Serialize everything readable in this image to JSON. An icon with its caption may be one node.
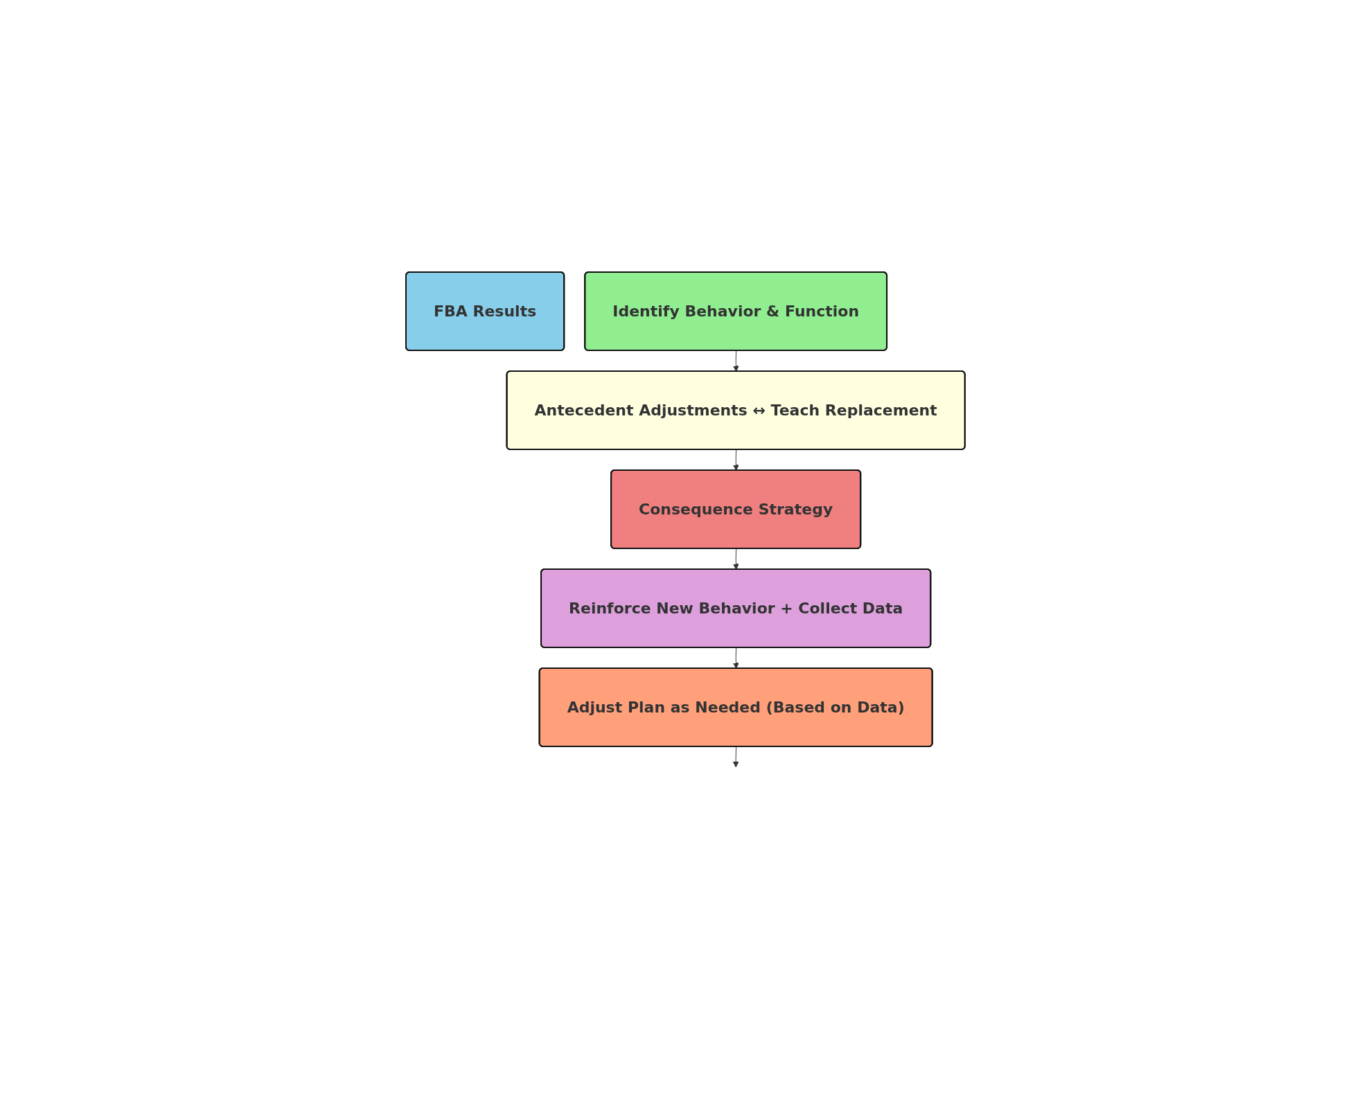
{
  "diagram": {
    "nodes": [
      {
        "text": [
          "FBA Results"
        ]
      },
      {
        "text": [
          "Identify Behavior & Function"
        ]
      },
      {
        "text": [
          "Antecedent Adjustments ↔ Teach Replacement"
        ]
      },
      {
        "text": [
          "Consequence Strategy"
        ]
      },
      {
        "text": [
          "Reinforce New Behavior + Collect Data"
        ]
      },
      {
        "text": [
          "Adjust Plan as Needed (Based on Data)"
        ]
      }
    ],
    "edges": [
      {
        "from": 1,
        "to": 2,
        "arrow": "to"
      },
      {
        "from": 2,
        "to": 3,
        "arrow": "to"
      },
      {
        "from": 3,
        "to": 4,
        "arrow": "to"
      },
      {
        "from": 4,
        "to": 5,
        "arrow": "to"
      },
      {
        "from": 5,
        "to": null,
        "arrow": "to"
      }
    ]
  }
}
